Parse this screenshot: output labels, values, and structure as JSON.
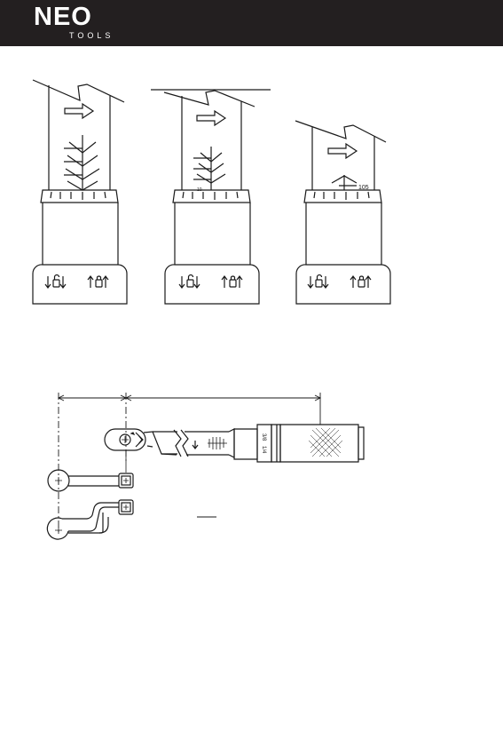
{
  "brand": {
    "name": "NEO",
    "subname": "TOOLS",
    "header_color": "#231f20"
  },
  "figure_top": {
    "scale_labels": [
      "10",
      "105"
    ],
    "icons": [
      "lock-open-icon",
      "lock-closed-icon"
    ]
  },
  "figure_bottom": {
    "handle_text": [
      "3/8",
      "1/4"
    ]
  }
}
